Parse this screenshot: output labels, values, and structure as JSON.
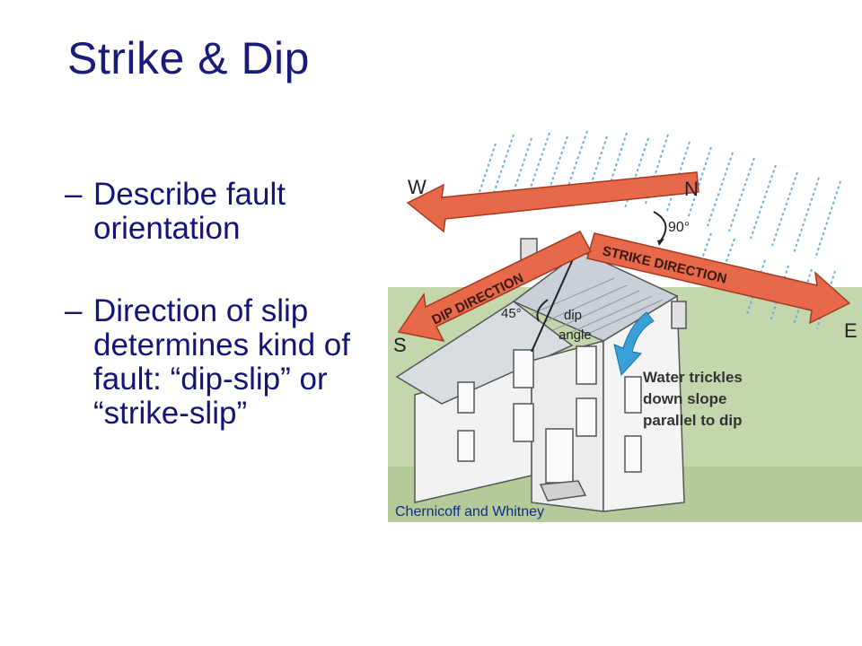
{
  "slide": {
    "title": "Strike & Dip",
    "bullets": [
      {
        "dash": "–",
        "text": "Describe fault orientation"
      },
      {
        "dash": "–",
        "text": "Direction of slip determines kind of fault: “dip-slip” or “strike-slip”"
      }
    ]
  },
  "figure": {
    "compass": {
      "w": "W",
      "n": "N",
      "s": "S",
      "e": "E"
    },
    "arrows": {
      "strike": "STRIKE DIRECTION",
      "dip": "DIP DIRECTION"
    },
    "angles": {
      "right_angle": "90°",
      "dip_angle_value": "45°",
      "dip_label_1": "dip",
      "dip_label_2": "angle"
    },
    "water_note": [
      "Water trickles",
      "down slope",
      "parallel to dip"
    ],
    "credit": "Chernicoff and Whitney"
  },
  "colors": {
    "title": "#1a1a7a",
    "arrow_fill": "#e8684a",
    "arrow_stroke": "#a43a22",
    "rain": "#6ab0d8",
    "water_arrow": "#3aa0d8",
    "ground": "#c3d6ac"
  }
}
